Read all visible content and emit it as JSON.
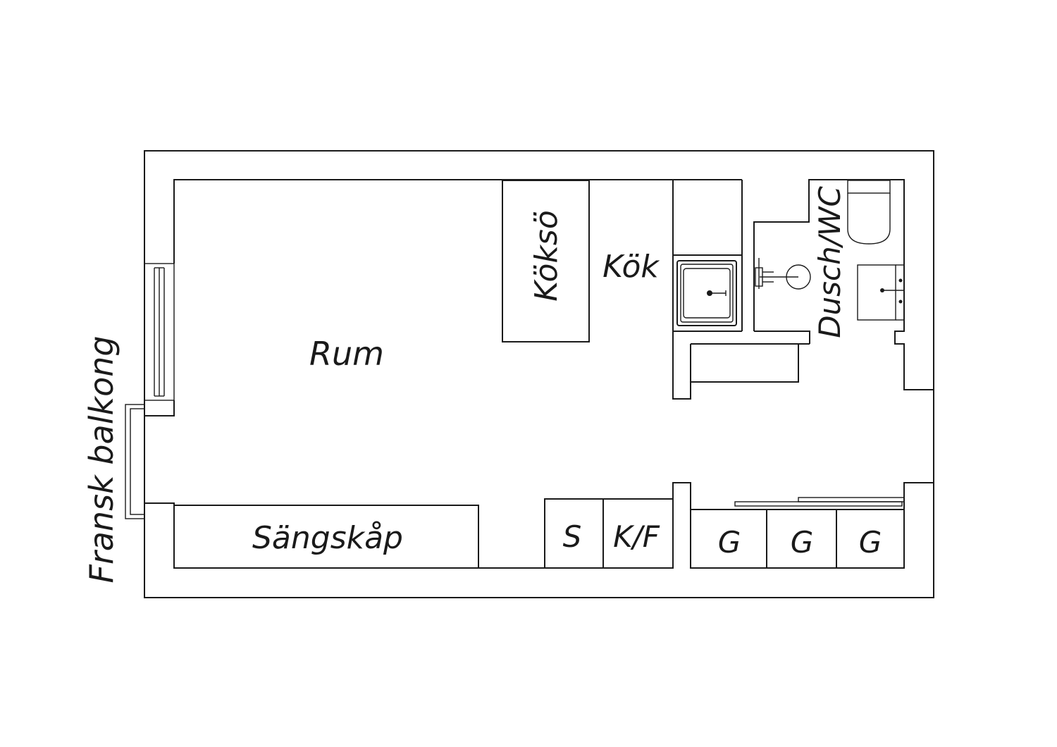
{
  "labels": {
    "room": "Rum",
    "kitchen": "Kök",
    "kitchen_island": "Köksö",
    "bathroom": "Dusch/WC",
    "french_balcony": "Fransk balkong",
    "bed_cabinet": "Sängskåp",
    "storage_s": "S",
    "fridge_freezer": "K/F",
    "wardrobe_1": "G",
    "wardrobe_2": "G",
    "wardrobe_3": "G"
  },
  "colors": {
    "line": "#1a1a1a",
    "background": "#ffffff"
  }
}
